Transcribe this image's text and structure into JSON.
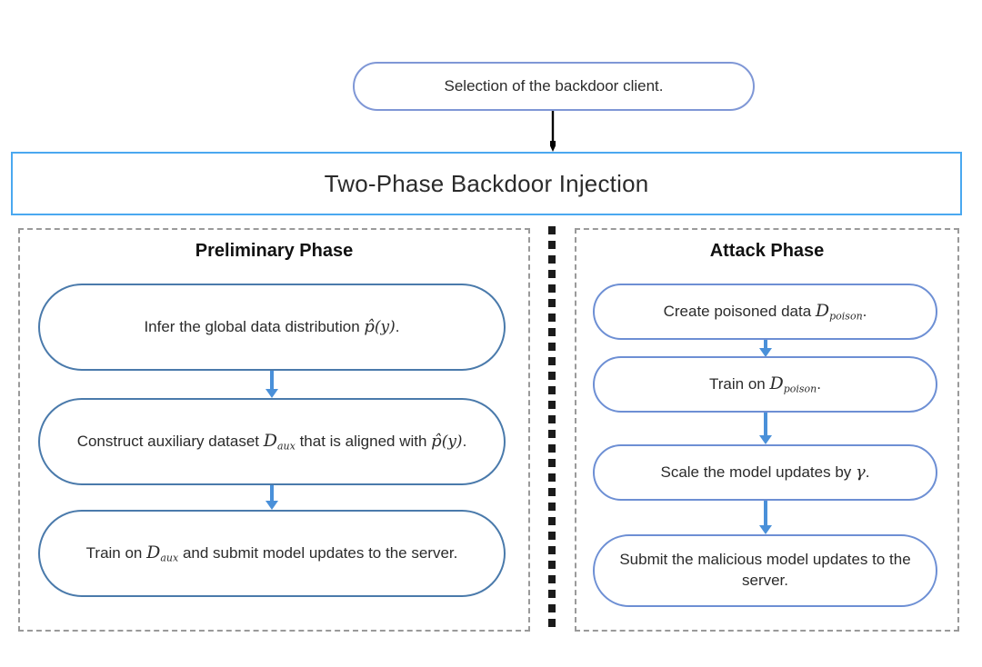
{
  "diagram": {
    "title": "Two-Phase Backdoor Injection",
    "entry_node": "Selection of the backdoor client.",
    "colors": {
      "banner_border": "#4aa8f0",
      "entry_node_border": "#7f97d6",
      "left_node_border": "#4a7aab",
      "right_node_border": "#6d8fd4",
      "panel_border": "#9a9a9a",
      "arrow_blue": "#4a90d9",
      "arrow_black": "#000000",
      "divider": "#1b1b1b",
      "text": "#2b2b2b",
      "background": "#ffffff"
    },
    "panels": [
      {
        "id": "preliminary",
        "title": "Preliminary Phase",
        "nodes": [
          {
            "id": "infer-distribution",
            "plain_text": "Infer the global data distribution p̂(y).",
            "parts": [
              {
                "type": "text",
                "value": "Infer the global data distribution "
              },
              {
                "type": "math",
                "value": "p̂(y)"
              },
              {
                "type": "text",
                "value": "."
              }
            ]
          },
          {
            "id": "construct-auxiliary-dataset",
            "plain_text": "Construct auxiliary dataset D_aux that is aligned with p̂(y).",
            "parts": [
              {
                "type": "text",
                "value": "Construct auxiliary dataset "
              },
              {
                "type": "math",
                "value": "D_aux"
              },
              {
                "type": "text",
                "value": " that is aligned with "
              },
              {
                "type": "math",
                "value": "p̂(y)"
              },
              {
                "type": "text",
                "value": "."
              }
            ]
          },
          {
            "id": "train-and-submit",
            "plain_text": "Train on D_aux and submit model updates to the server.",
            "parts": [
              {
                "type": "text",
                "value": "Train on "
              },
              {
                "type": "math",
                "value": "D_aux"
              },
              {
                "type": "text",
                "value": " and submit model updates to the server."
              }
            ]
          }
        ]
      },
      {
        "id": "attack",
        "title": "Attack Phase",
        "nodes": [
          {
            "id": "create-poisoned-data",
            "plain_text": "Create poisoned data D_poison.",
            "parts": [
              {
                "type": "text",
                "value": "Create poisoned data "
              },
              {
                "type": "math",
                "value": "D_poison"
              },
              {
                "type": "text",
                "value": "."
              }
            ]
          },
          {
            "id": "train-on-poisoned",
            "plain_text": "Train on D_poison.",
            "parts": [
              {
                "type": "text",
                "value": "Train on "
              },
              {
                "type": "math",
                "value": "D_poison"
              },
              {
                "type": "text",
                "value": "."
              }
            ]
          },
          {
            "id": "scale-model-updates",
            "plain_text": "Scale the model updates by γ.",
            "parts": [
              {
                "type": "text",
                "value": "Scale the model updates by "
              },
              {
                "type": "math",
                "value": "γ"
              },
              {
                "type": "text",
                "value": "."
              }
            ]
          },
          {
            "id": "submit-malicious-updates",
            "plain_text": "Submit the malicious model updates to the server.",
            "parts": [
              {
                "type": "text",
                "value": "Submit the malicious model updates to the server."
              }
            ]
          }
        ]
      }
    ],
    "symbols": {
      "D": "D",
      "aux": "aux",
      "poison": "poison",
      "p_hat": "p̂",
      "y": "y",
      "gamma": "γ"
    }
  }
}
